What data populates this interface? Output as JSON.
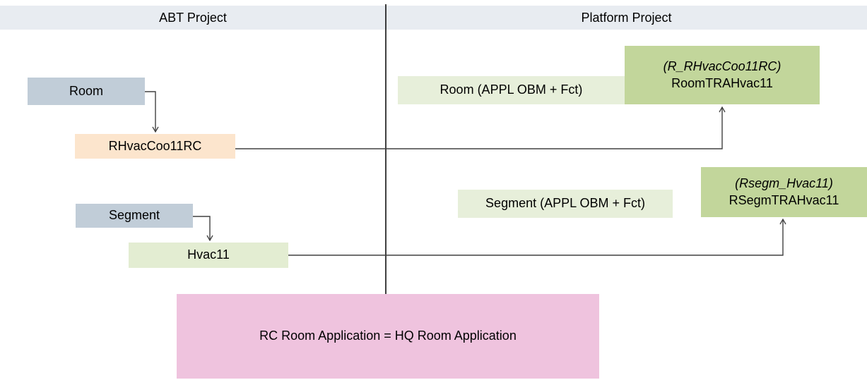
{
  "header": {
    "left": "ABT Project",
    "right": "Platform Project"
  },
  "abt": {
    "room_label": "Room",
    "rhvac_label": "RHvacCoo11RC",
    "segment_label": "Segment",
    "hvac11_label": "Hvac11"
  },
  "platform": {
    "room_appl_label": "Room (APPL OBM + Fct)",
    "room_tra_alias": "(R_RHvacCoo11RC)",
    "room_tra_label": "RoomTRAHvac11",
    "segment_appl_label": "Segment (APPL OBM + Fct)",
    "segm_tra_alias": "(Rsegm_Hvac11)",
    "segm_tra_label": "RSegmTRAHvac11"
  },
  "note": {
    "text": "RC Room Application = HQ Room Application"
  },
  "colors": {
    "header_bg": "#e8ecf1",
    "blue_gray_box": "#c1cdd8",
    "peach_box": "#fce5cd",
    "light_green_box": "#e7efda",
    "pale_green_box": "#e3edd2",
    "medium_green_box": "#c2d69b",
    "pink_box": "#efc3de",
    "connector_line": "#404040"
  }
}
